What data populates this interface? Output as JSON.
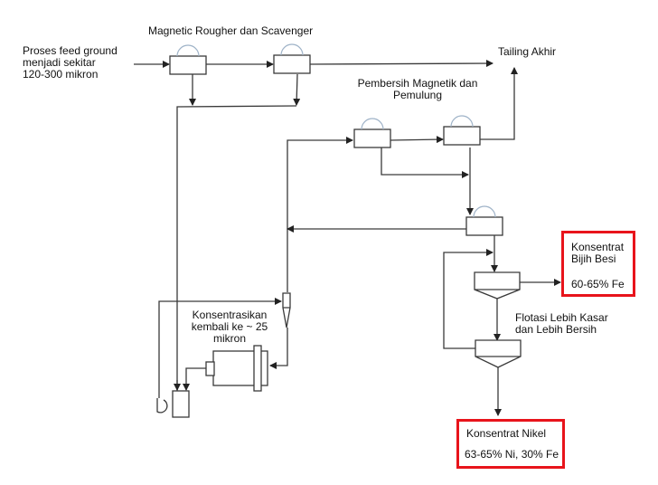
{
  "labels": {
    "feed": "Proses feed ground menjadi sekitar 120-300 mikron",
    "feed_lines": [
      "Proses feed ground",
      "menjadi sekitar",
      "120-300 mikron"
    ],
    "rougher_scavenger": "Magnetic Rougher dan Scavenger",
    "tailing": "Tailing Akhir",
    "cleaner_lines": [
      "Pembersih Magnetik dan",
      "Pemulung"
    ],
    "regrind_lines": [
      "Konsentrasikan",
      "kembali ke ~ 25",
      "mikron"
    ],
    "flotation_lines": [
      "Flotasi Lebih Kasar",
      "dan Lebih Bersih"
    ]
  },
  "outputs": {
    "iron": {
      "title_lines": [
        "Konsentrat",
        "Bijih Besi"
      ],
      "grade": "60-65% Fe"
    },
    "nickel": {
      "title": "Konsentrat Nikel",
      "grade": "63-65% Ni, 30% Fe"
    }
  },
  "colors": {
    "line": "#3a3a3a",
    "magnet_arc": "#9fb3c8",
    "highlight_border": "#e8141b"
  }
}
